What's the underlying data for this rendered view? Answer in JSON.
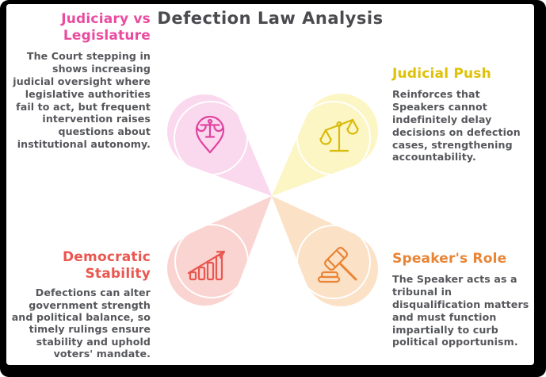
{
  "title": "Defection Law Analysis",
  "colors": {
    "frame": "#000000",
    "canvas": "#ffffff",
    "title_text": "#4b4b4f",
    "body_text": "#56575b",
    "pink_heading": "#ea4b9f",
    "pink_petal": "#fad8ee",
    "pink_icon": "#e043a0",
    "yellow_heading": "#dfc106",
    "yellow_petal": "#fcf5c4",
    "yellow_icon": "#d9bb0b",
    "red_heading": "#ea5750",
    "red_petal": "#fad4d1",
    "red_icon": "#e85750",
    "orange_heading": "#e98434",
    "orange_petal": "#fbe1c6",
    "orange_icon": "#e98434"
  },
  "sections": {
    "top_left": {
      "heading": "Judiciary vs\nLegislature",
      "body": "The Court stepping in shows increasing judicial oversight where legislative authorities fail to act, but frequent intervention raises questions about institutional autonomy.",
      "icon": "location-pin-scales-icon"
    },
    "top_right": {
      "heading": "Judicial Push",
      "body": "Reinforces that Speakers cannot indefinitely delay decisions on defection cases, strengthening accountability.",
      "icon": "scales-of-justice-icon"
    },
    "bottom_left": {
      "heading": "Democratic\nStability",
      "body": "Defections can alter government strength and political balance, so timely rulings ensure stability and uphold voters' mandate.",
      "icon": "growth-chart-icon"
    },
    "bottom_right": {
      "heading": "Speaker's Role",
      "body": "The Speaker acts as a tribunal in disqualification matters and must function impartially to curb political opportunism.",
      "icon": "gavel-icon"
    }
  }
}
